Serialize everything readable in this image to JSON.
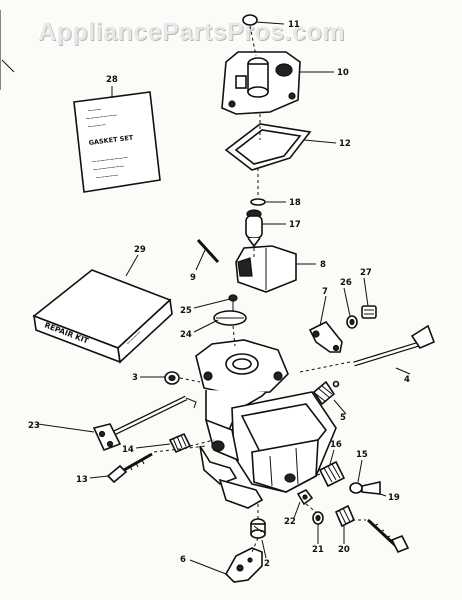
{
  "watermark": "AppliancePartsPros.com",
  "gasket_card": {
    "title": "GASKET SET",
    "top_lines": [
      "———",
      "———————",
      "————"
    ],
    "bottom_lines": [
      "————————",
      "———————",
      "—————"
    ]
  },
  "repair_kit": {
    "label": "REPAIR KIT",
    "side_text": "————"
  },
  "callouts": [
    {
      "id": "11",
      "label": "11"
    },
    {
      "id": "10",
      "label": "10"
    },
    {
      "id": "28",
      "label": "28"
    },
    {
      "id": "12",
      "label": "12"
    },
    {
      "id": "18",
      "label": "18"
    },
    {
      "id": "17",
      "label": "17"
    },
    {
      "id": "29",
      "label": "29"
    },
    {
      "id": "9",
      "label": "9"
    },
    {
      "id": "8",
      "label": "8"
    },
    {
      "id": "7",
      "label": "7"
    },
    {
      "id": "26",
      "label": "26"
    },
    {
      "id": "27",
      "label": "27"
    },
    {
      "id": "25",
      "label": "25"
    },
    {
      "id": "24",
      "label": "24"
    },
    {
      "id": "3",
      "label": "3"
    },
    {
      "id": "4",
      "label": "4"
    },
    {
      "id": "5",
      "label": "5"
    },
    {
      "id": "23",
      "label": "23"
    },
    {
      "id": "14",
      "label": "14"
    },
    {
      "id": "16",
      "label": "16"
    },
    {
      "id": "15",
      "label": "15"
    },
    {
      "id": "13",
      "label": "13"
    },
    {
      "id": "19",
      "label": "19"
    },
    {
      "id": "22",
      "label": "22"
    },
    {
      "id": "21",
      "label": "21"
    },
    {
      "id": "20",
      "label": "20"
    },
    {
      "id": "6",
      "label": "6"
    },
    {
      "id": "2",
      "label": "2"
    }
  ]
}
